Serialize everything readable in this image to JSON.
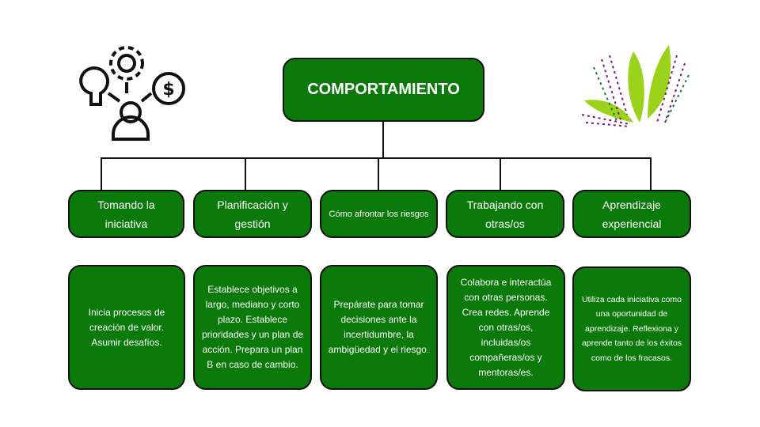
{
  "title": "COMPORTAMIENTO",
  "categories": [
    {
      "label": "Tomando la iniciativa",
      "description": "Inicia procesos de creación de valor. Asumir desafíos."
    },
    {
      "label": "Planificación y gestión",
      "description": "Establece objetivos a largo, mediano y corto plazo. Establece prioridades y un plan de acción. Prepara un plan B en caso de cambio."
    },
    {
      "label": "Cómo afrontar los riesgos",
      "description": "Prepárate para tomar decisiones ante la incertidumbre, la ambigüedad y el riesgo."
    },
    {
      "label": "Trabajando con otras/os",
      "description": "Colabora e interactúa con otras personas. Crea redes. Aprende con otras/os, incluidas/os compañeras/os y mentoras/es."
    },
    {
      "label": "Aprendizaje experiencial",
      "description": "Utiliza cada iniciativa como una oportunidad de aprendizaje. Reflexiona y aprende tanto de los éxitos como de los fracasos."
    }
  ],
  "colors": {
    "box": "#0b7a0b",
    "leaf": "#9ad31a",
    "accent": "#7a1a7a"
  }
}
